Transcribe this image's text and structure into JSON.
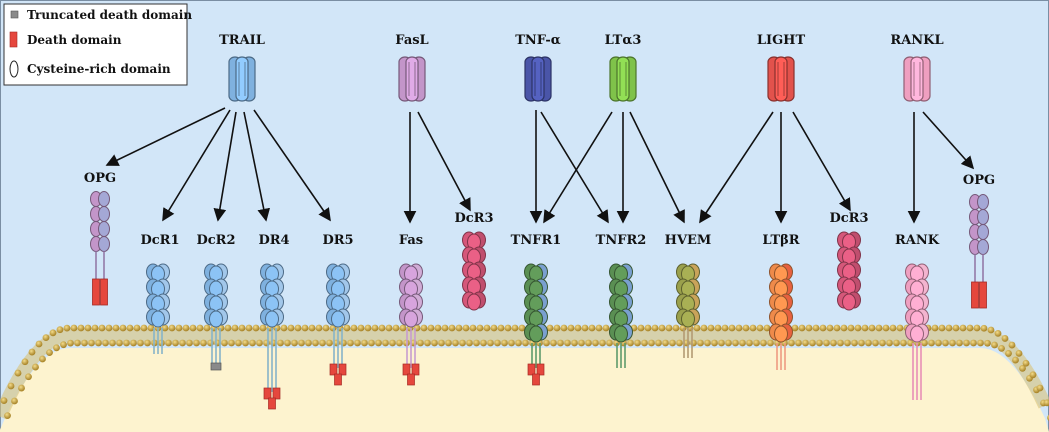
{
  "legend": {
    "truncated": "Truncated death domain",
    "death": "Death domain",
    "crd": "Cysteine-rich domain"
  },
  "ligands": {
    "trail": "TRAIL",
    "fasl": "FasL",
    "tnfa": "TNF-α",
    "lta3": "LTα3",
    "light": "LIGHT",
    "rankl": "RANKL"
  },
  "receptors": {
    "opg_left": "OPG",
    "dcr1": "DcR1",
    "dcr2": "DcR2",
    "dr4": "DR4",
    "dr5": "DR5",
    "fas": "Fas",
    "dcr3_a": "DcR3",
    "tnfr1": "TNFR1",
    "tnfr2": "TNFR2",
    "hvem": "HVEM",
    "ltbr": "LTβR",
    "dcr3_b": "DcR3",
    "rank": "RANK",
    "opg_right": "OPG"
  },
  "colors": {
    "background": "#d2e6f8",
    "cytoplasm": "#fdf3cf",
    "membrane": "#c8a43a",
    "trail": "#7fb1df",
    "fasl": "#c395c9",
    "tnfa": "#4a55a8",
    "lta3": "#7fc24a",
    "light": "#e2524c",
    "rankl": "#ef9fc0",
    "dcr3": "#d5577a",
    "death_domain": "#e5473d",
    "truncated_domain": "#8a8a8a"
  }
}
